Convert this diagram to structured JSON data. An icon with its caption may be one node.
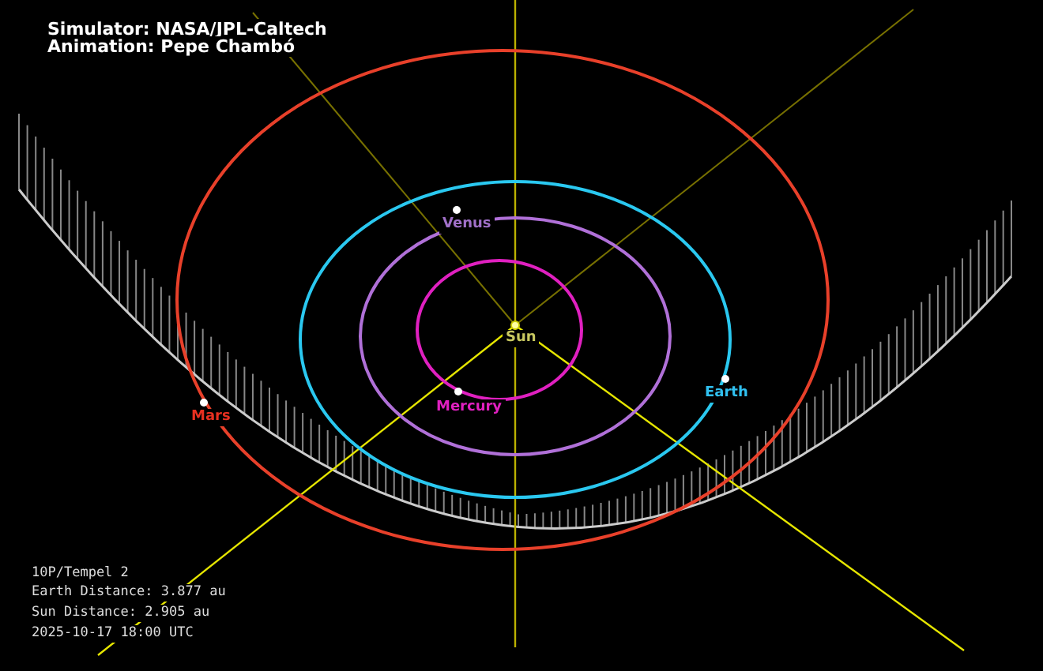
{
  "diagram": {
    "labels": [
      "Simulator: NASA/JPL-Caltech",
      "Animation: Pepe Chambó",
      "Venus",
      "Sun",
      "Earth",
      "Mercury",
      "Mars",
      "10P/Tempel 2",
      "Earth Distance: 3.877 au",
      "Sun Distance: 2.905 au",
      "2025-10-17 18:00 UTC"
    ]
  }
}
